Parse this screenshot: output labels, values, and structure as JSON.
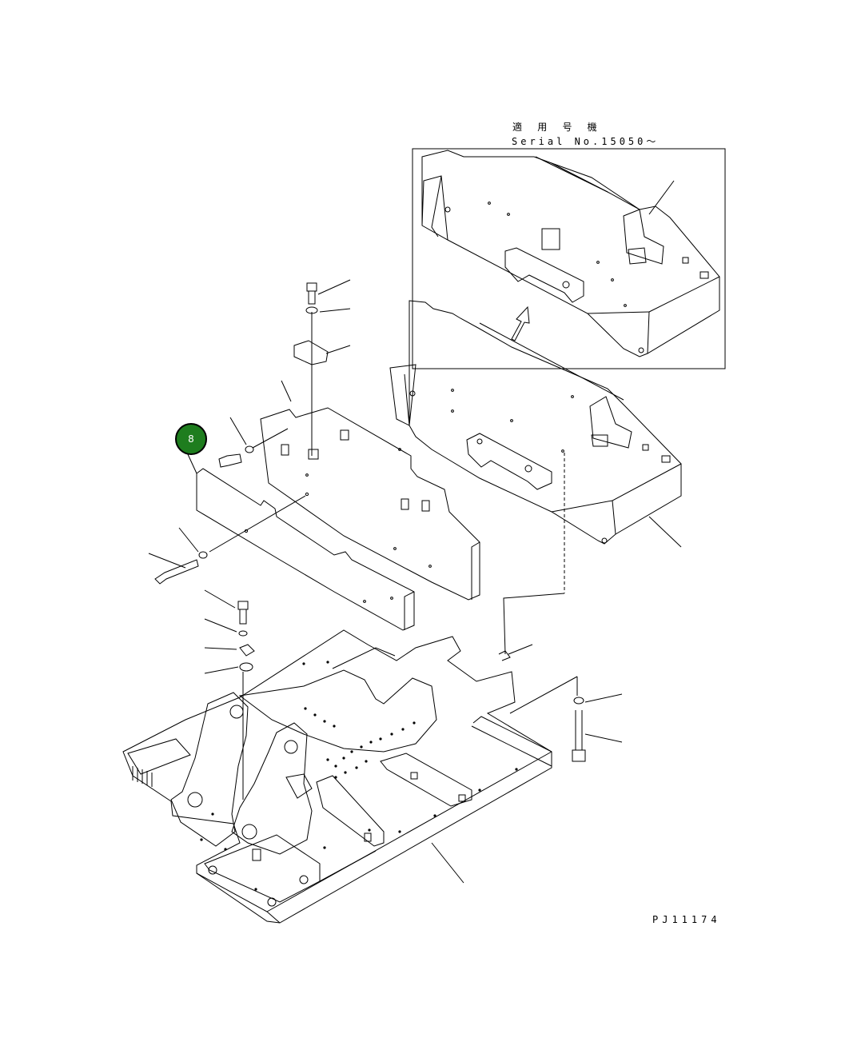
{
  "inset": {
    "title": "適 用 号 機",
    "serial": "Serial No.15050～"
  },
  "callout": {
    "label": "8",
    "color": "#1e7d1e"
  },
  "drawing_code": "PJ11174",
  "line_color": "#000000"
}
